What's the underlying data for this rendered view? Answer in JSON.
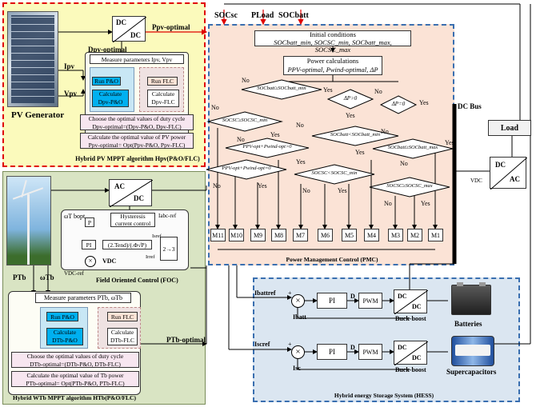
{
  "pv": {
    "generator_label": "PV Generator",
    "dcdc_top": "DC",
    "dcdc_bottom": "DC",
    "p_pv_optimal": "Ppv-optimal",
    "d_pv_optimal": "Dpv-optimal",
    "i_pv": "Ipv",
    "v_pv": "Vpv",
    "measure": "Measure parameters Ipv, Vpv",
    "run_po": "Run P&O",
    "calc_po_1": "Calculate",
    "calc_po_2": "Dpv-P&O",
    "run_flc": "Run FLC",
    "calc_flc_1": "Calculate",
    "calc_flc_2": "Dpv-FLC",
    "choose_1": "Choose the optimal values of duty cycle",
    "choose_2": "Dpv-optimal=(Dpv-P&O, Dpv-FLC)",
    "calcpow_1": "Calculate the optimal value of PV power",
    "calcpow_2": "Ppv-optimal= Opt(Ppv-P&O, Ppv-FLC)",
    "caption": "Hybrid PV MPPT algorithm Hpv(P&O/FLC)"
  },
  "wt": {
    "acdc_top": "AC",
    "acdc_bottom": "DC",
    "omega_ref": "ωT bopt",
    "p_label": "P",
    "hyst_1": "Hysteresis",
    "hyst_2": "current control",
    "isc_ref": "Iabc-ref",
    "pi": "PI",
    "formula": "(2.Tend)/(.Φ√P)",
    "isref": "Isref",
    "irref": "Irref",
    "vdc": "VDC",
    "vdc_ref": "VDC-ref",
    "conv": "2→3",
    "foc_caption": "Field Oriented Control (FOC)",
    "p_tb": "PTb",
    "omega_tb": "ωTb",
    "p_tb_optimal": "PTb-optimal",
    "measure": "Measure parameters PTb, ωTb",
    "run_po": "Run P&O",
    "calc_po_1": "Calculate",
    "calc_po_2": "DTb-P&O",
    "run_flc": "Run FLC",
    "calc_flc_1": "Calculate",
    "calc_flc_2": "DTb-FLC",
    "choose_1": "Choose the optimal values of duty cycle",
    "choose_2": "DTb-optimal=(DTb-P&O, DTb-FLC)",
    "calcpow_1": "Calculate the optimal value of Tb power",
    "calcpow_2": "PTb-optimal= Opt(PTb-P&O, PTb-FLC)",
    "caption": "Hybrid WTb MPPT algorithm HTb(P&O/FLC)"
  },
  "pmc": {
    "soc_sc": "SOCsc",
    "p_load": "PLoad",
    "soc_batt": "SOCbatt",
    "init_title": "Initial conditions",
    "init_vars": "SOCbatt_min, SOCSC_min, SOCbatt_max, SOCSC_max",
    "power_title": "Power calculations",
    "power_vars": "PPV-optimal, Pwind-optimal, ΔP",
    "d_socbatt_min": "SOCbatt≥SOCbatt_min",
    "d_dp_gt0": "ΔP>0",
    "d_dp_eq0": "ΔP=0",
    "d_socsc_min_left": "SOCSC≥SOCSC_min",
    "d_socbatt_lt_min": "SOCbatt<SOCbatt_min",
    "d_socbatt_ge_max": "SOCbatt≥SOCbatt_max",
    "d_ppv_pw_gt0": "PPV-opt+Pwind-opt>0",
    "d_ppv_pw_eq0": "PPV-opt+Pwind-opt=0",
    "d_socsc_lt_min": "SOCSC<SOCSC_min",
    "d_socsc_ge_max": "SOCSC≥SOCSC_max",
    "yes": "Yes",
    "no": "No",
    "modes": [
      "M11",
      "M10",
      "M9",
      "M8",
      "M7",
      "M6",
      "M5",
      "M4",
      "M3",
      "M2",
      "M1"
    ],
    "caption": "Power Management Control (PMC)"
  },
  "dc_bus": {
    "label": "DC Bus",
    "vdc": "VDC"
  },
  "load": {
    "label": "Load",
    "dc": "DC",
    "ac": "AC"
  },
  "hess": {
    "ibattref": "Ibattref",
    "ibatt": "Ibatt",
    "pi_1": "PI",
    "d_1": "D",
    "pwm_1": "PWM",
    "dcdc_1_top": "DC",
    "dcdc_1_bottom": "DC",
    "buckboost_1": "Buck-boost",
    "batteries": "Batteries",
    "iscref": "Iscref",
    "isc": "Isc",
    "pi_2": "PI",
    "d_2": "D",
    "pwm_2": "PWM",
    "dcdc_2_top": "DC",
    "dcdc_2_bottom": "DC",
    "buckboost_2": "Buck-boost",
    "supercaps": "Supercapacitors",
    "caption": "Hybrid energy Storage System (HESS)",
    "plus": "+",
    "minus": "−"
  },
  "colors": {
    "pv_bg": "#fbfabc",
    "wt_bg": "#d9e4c3",
    "pmc_bg": "#fbe3d6",
    "hess_bg": "#dbe6f1",
    "accent_red": "#e00000",
    "dashed_blue": "#3a6fb0",
    "run_blue": "#00b0f0"
  }
}
